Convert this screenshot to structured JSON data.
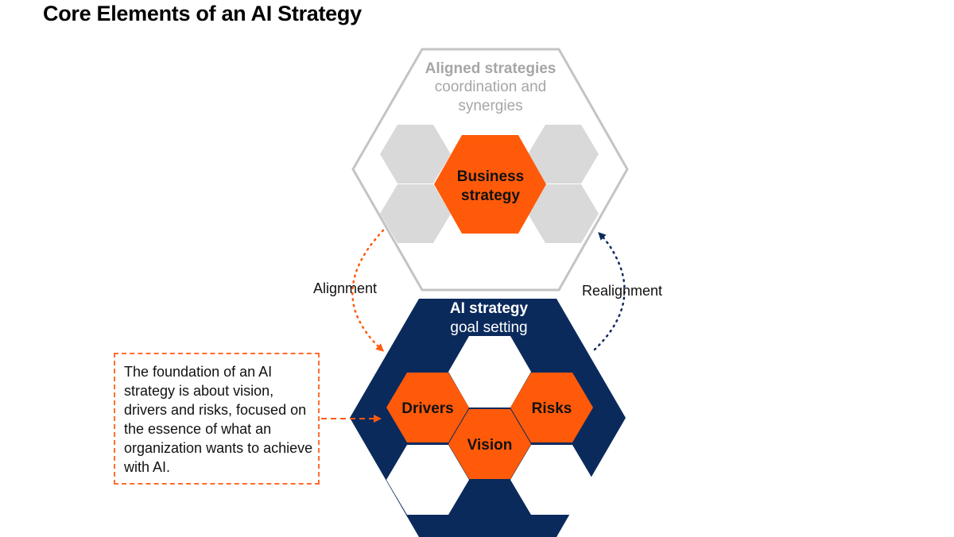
{
  "title": "Core Elements of an AI Strategy",
  "top_hexagon": {
    "title": "Aligned strategies",
    "subtitle_line1": "coordination and",
    "subtitle_line2": "synergies",
    "center_line1": "Business",
    "center_line2": "strategy"
  },
  "bottom_hexagon": {
    "title": "AI strategy",
    "subtitle": "goal setting",
    "cells": {
      "drivers": "Drivers",
      "vision": "Vision",
      "risks": "Risks"
    }
  },
  "arrows": {
    "left_label": "Alignment",
    "right_label": "Realignment"
  },
  "callout": {
    "text": "The foundation of an AI strategy is about vision, drivers and risks, focused on the essence of what an organization wants to achieve with AI."
  },
  "colors": {
    "navy": "#0b2a5c",
    "orange": "#ff5a0a",
    "gray_fill": "#d9d9d9",
    "gray_outline": "#c4c4c4",
    "gray_text": "#a6a6a6"
  }
}
